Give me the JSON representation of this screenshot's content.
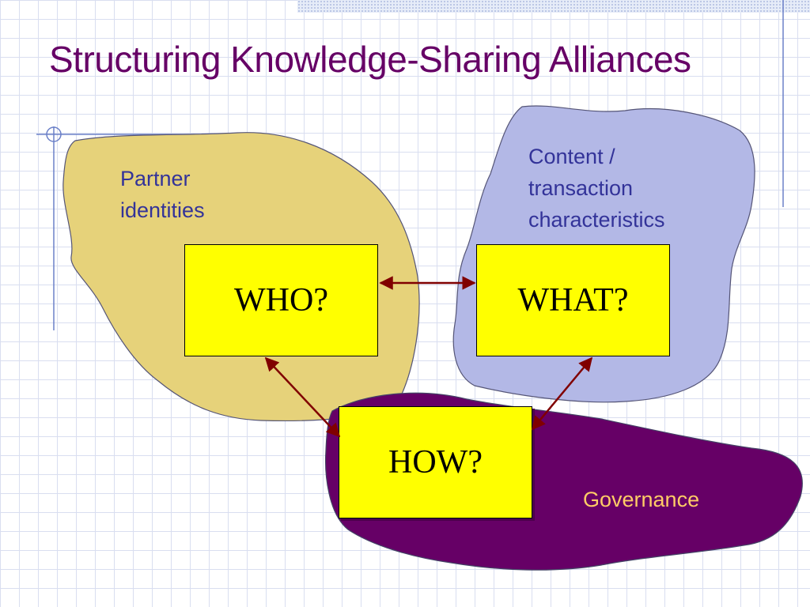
{
  "slide": {
    "title": "Structuring Knowledge-Sharing Alliances"
  },
  "regions": {
    "partner": {
      "label": "Partner\nidentities",
      "fill": "#e6d27a"
    },
    "content": {
      "label": "Content /\ntransaction\ncharacteristics",
      "fill": "#b3b8e6"
    },
    "governance": {
      "label": "Governance",
      "fill": "#660066"
    }
  },
  "boxes": {
    "who": "WHO?",
    "what": "WHAT?",
    "how": "HOW?"
  },
  "colors": {
    "title": "#660066",
    "box_fill": "#ffff00",
    "arrow": "#800000",
    "region_label": "#333399",
    "governance_label": "#ffcc66"
  }
}
